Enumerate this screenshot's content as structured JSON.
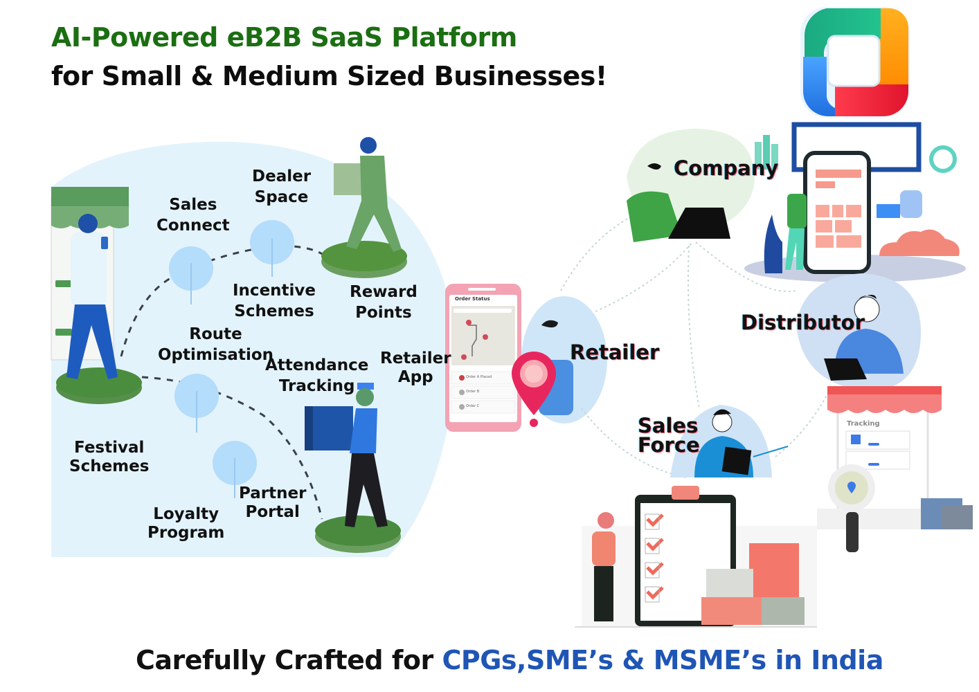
{
  "header": {
    "title": "AI-Powered eB2B SaaS Platform",
    "subtitle": "for Small & Medium Sized Businesses!"
  },
  "features": {
    "sales_connect": [
      "Sales",
      "Connect"
    ],
    "dealer_space": [
      "Dealer",
      "Space"
    ],
    "incentive_schemes": [
      "Incentive",
      "Schemes"
    ],
    "reward_points": [
      "Reward",
      "Points"
    ],
    "route_optimisation": [
      "Route",
      "Optimisation"
    ],
    "attendance_tracking": [
      "Attendance",
      "Tracking"
    ],
    "retailer_app": [
      "Retailer",
      "App"
    ],
    "festival_schemes": [
      "Festival",
      "Schemes"
    ],
    "partner_portal": [
      "Partner",
      "Portal"
    ],
    "loyalty_program": [
      "Loyalty",
      "Program"
    ]
  },
  "phone": {
    "title": "Order Status",
    "orders": [
      {
        "label": "Order A Placed",
        "status": "done"
      },
      {
        "label": "Order B",
        "status": "pending"
      },
      {
        "label": "Order C",
        "status": "pending"
      }
    ]
  },
  "roles": {
    "company": "Company",
    "retailer": "Retailer",
    "distributor": "Distributor",
    "sales_force": [
      "Sales",
      "Force"
    ]
  },
  "tracking_card": {
    "title": "Tracking"
  },
  "footer": {
    "prefix": "Carefully Crafted for ",
    "highlight": "CPGs,SME’s & MSME’s in India"
  },
  "colors": {
    "brand_green": "#1b6e12",
    "accent_blue": "#1f55b5",
    "bubble_blue": "#e3f3fc",
    "pin_red": "#e8265e"
  }
}
